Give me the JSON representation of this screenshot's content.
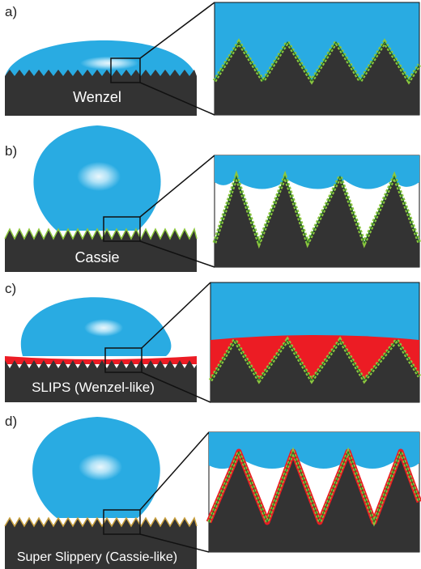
{
  "panels": [
    {
      "letter": "a)",
      "caption": "Wenzel"
    },
    {
      "letter": "b)",
      "caption": "Cassie"
    },
    {
      "letter": "c)",
      "caption": "SLIPS (Wenzel-like)"
    },
    {
      "letter": "d)",
      "caption": "Super Slippery (Cassie-like)"
    }
  ],
  "colors": {
    "water": "#29abe2",
    "substrate": "#333333",
    "lubricant": "#ec1c24",
    "nano_green": "#8dc63f",
    "nano_dark": "#1d6b22",
    "zoom_line": "#111111"
  }
}
